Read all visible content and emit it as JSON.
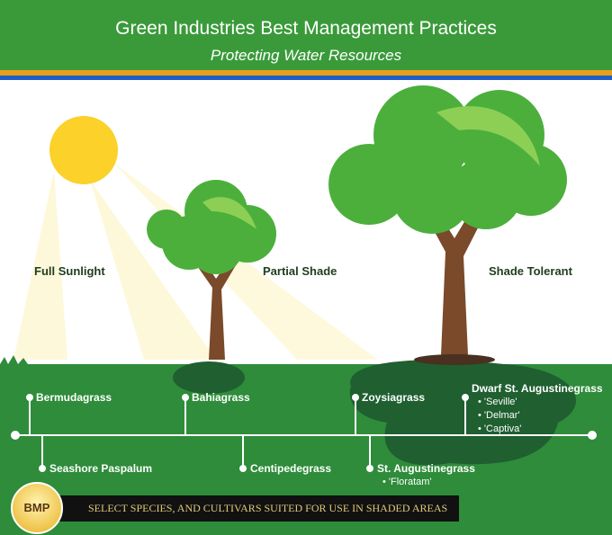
{
  "header": {
    "title": "Green Industries Best Management Practices",
    "subtitle": "Protecting Water Resources"
  },
  "zones": {
    "sun": "Full Sunlight",
    "partial": "Partial Shade",
    "shade": "Shade Tolerant"
  },
  "grasses": {
    "bermuda": "Bermudagrass",
    "seashore": "Seashore Paspalum",
    "bahia": "Bahiagrass",
    "centipede": "Centipedegrass",
    "zoysia": "Zoysiagrass",
    "staug": "St. Augustinegrass",
    "staug_cultivars": [
      "• 'Floratam'"
    ],
    "dwarf": "Dwarf St. Augustinegrass",
    "dwarf_cultivars": [
      "• 'Seville'",
      "• 'Delmar'",
      "• 'Captiva'"
    ]
  },
  "bmp": {
    "logo": "BMP",
    "message": "SELECT SPECIES, AND CULTIVARS SUITED FOR USE IN SHADED AREAS"
  },
  "colors": {
    "header": "#3a9a3a",
    "orange": "#e8a01c",
    "blue": "#1f5fc4",
    "grass": "#2e8c3a",
    "shade": "#1f5f30"
  }
}
